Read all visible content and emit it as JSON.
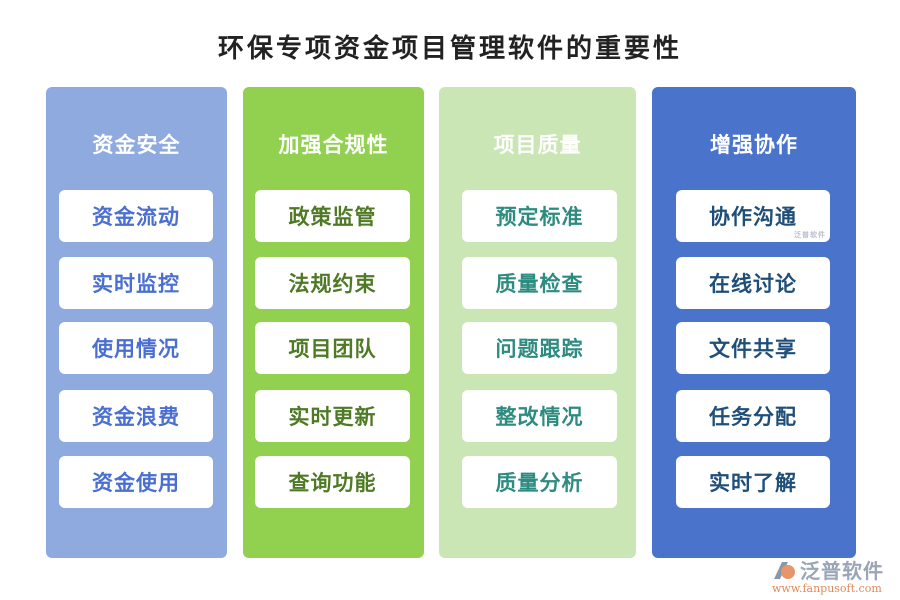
{
  "title": "环保专项资金项目管理软件的重要性",
  "columns": [
    {
      "heading": "资金安全",
      "bg_color": "#8faadf",
      "text_color": "#4a6fd0",
      "items": [
        "资金流动",
        "实时监控",
        "使用情况",
        "资金浪费",
        "资金使用"
      ]
    },
    {
      "heading": "加强合规性",
      "bg_color": "#92d050",
      "text_color": "#4e7a25",
      "items": [
        "政策监管",
        "法规约束",
        "项目团队",
        "实时更新",
        "查询功能"
      ]
    },
    {
      "heading": "项目质量",
      "bg_color": "#cbe6b5",
      "text_color": "#2e8b80",
      "items": [
        "预定标准",
        "质量检查",
        "问题跟踪",
        "整改情况",
        "质量分析"
      ]
    },
    {
      "heading": "增强协作",
      "bg_color": "#4a74cc",
      "text_color": "#1f4e79",
      "items": [
        "协作沟通",
        "在线讨论",
        "文件共享",
        "任务分配",
        "实时了解"
      ]
    }
  ],
  "watermark": "泛普软件",
  "logo": {
    "name": "泛普软件",
    "url": "www.fanpusoft.com"
  }
}
